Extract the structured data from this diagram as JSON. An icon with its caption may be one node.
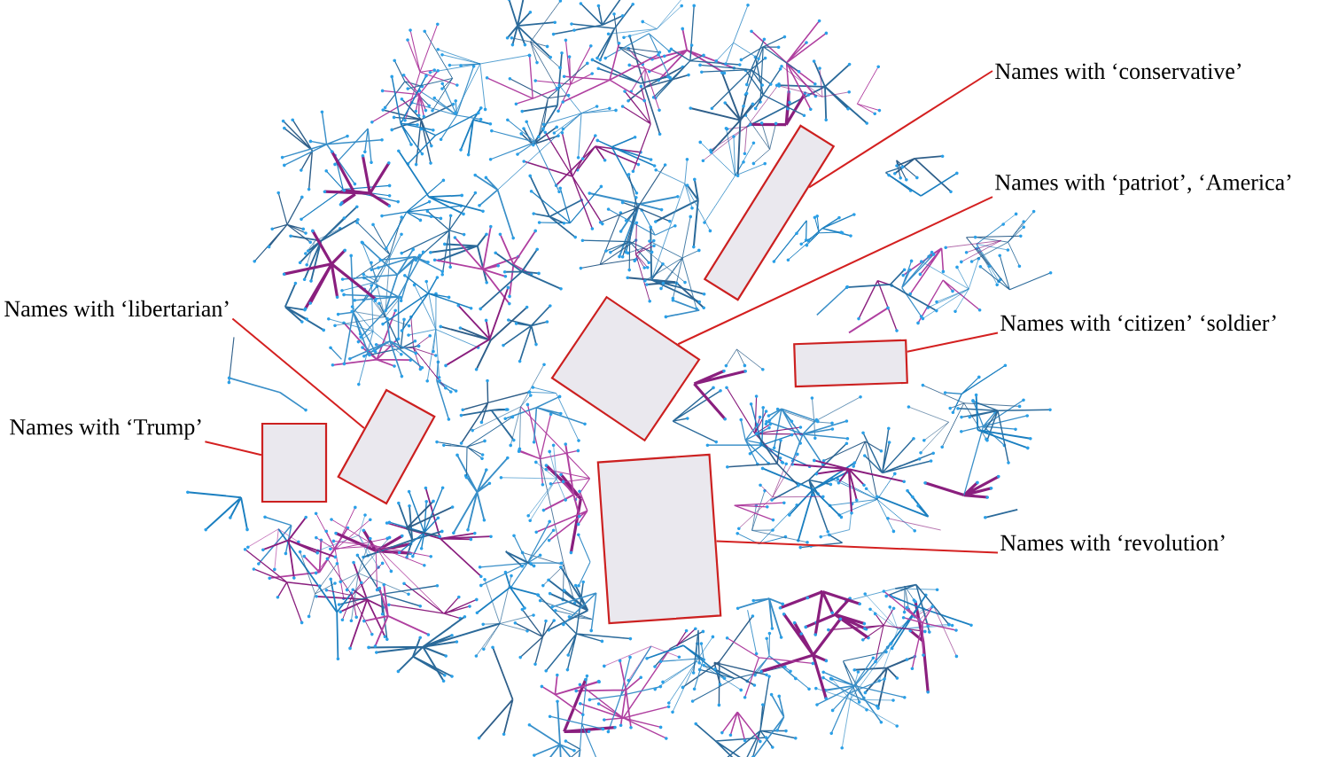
{
  "diagram": {
    "nodes": [
      {
        "text": [
          "Names with ‘conservative’"
        ]
      },
      {
        "text": [
          "Names with ‘patriot’, ‘America’"
        ]
      },
      {
        "text": [
          "Names with ‘libertarian’"
        ]
      },
      {
        "text": [
          "Names with ‘citizen’ ‘soldier’"
        ]
      },
      {
        "text": [
          "Names with ‘Trump’"
        ]
      },
      {
        "text": [
          "Names with ‘revolution’"
        ]
      },
      {
        "text": [],
        "shape": "box"
      },
      {
        "text": [],
        "shape": "box"
      },
      {
        "text": [],
        "shape": "box"
      },
      {
        "text": [],
        "shape": "box"
      },
      {
        "text": [],
        "shape": "box"
      },
      {
        "text": [],
        "shape": "box"
      }
    ],
    "edges": [
      {
        "from": 0,
        "to": 6,
        "arrow": "none"
      },
      {
        "from": 1,
        "to": 7,
        "arrow": "none"
      },
      {
        "from": 2,
        "to": 10,
        "arrow": "none"
      },
      {
        "from": 3,
        "to": 8,
        "arrow": "none"
      },
      {
        "from": 4,
        "to": 9,
        "arrow": "none"
      },
      {
        "from": 5,
        "to": 11,
        "arrow": "none"
      }
    ]
  }
}
